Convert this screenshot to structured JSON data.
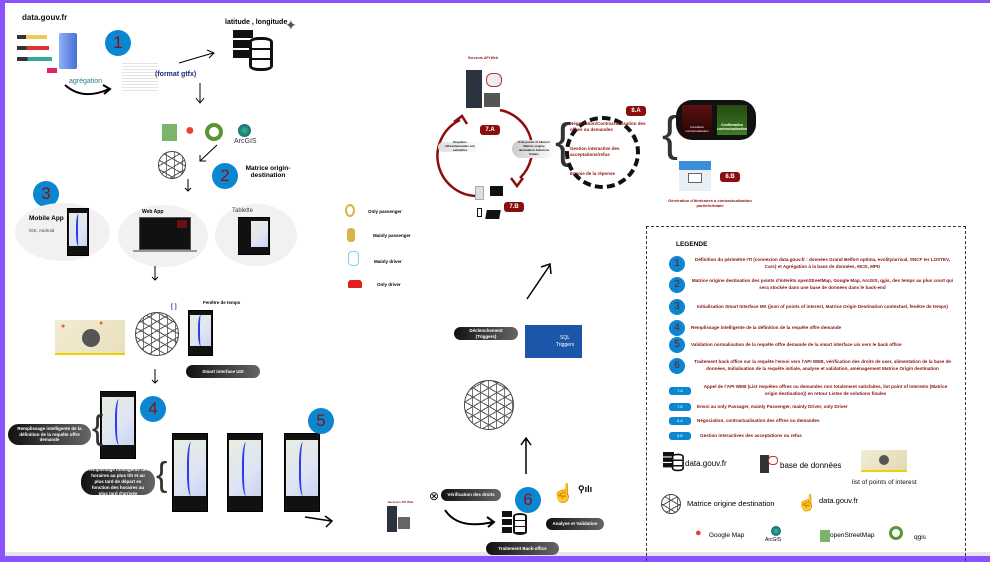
{
  "step1": {
    "number": "1",
    "source_label": "data.gouv.fr",
    "aggregation_label": "agrégation",
    "format_label": "(format gtfx)",
    "coords_label": "latitude , longitude"
  },
  "step2": {
    "number": "2",
    "arcgis_label": "ArcGIS",
    "matrix_label": "Matrice origin-destination"
  },
  "step3": {
    "number": "3",
    "mobile_title": "Mobile App",
    "mobile_sub": "iOS, Android",
    "web_title": "Web App",
    "tablet_title": "Tablette",
    "bracket_label": "[ ]",
    "time_window_label": "Fenêtre de temps",
    "smart_ui_pill": "Smart interface UIX"
  },
  "step4": {
    "number": "4",
    "pill_definition": "Remplissage intelligente de la définition de la requête offre demande",
    "pill_hours": "Remplissage intelligente des horaires au plus tôt et au plus tard de départ en fonction des horaires au plus tard d'arrivée"
  },
  "step5": {
    "number": "5"
  },
  "step6": {
    "number": "6",
    "server_label": "Serveurs API Web",
    "rights_pill": "Vérification des droits",
    "backoffice_pill": "Traitement Back-office",
    "analysis_pill": "Analyse et Validation",
    "trigger_pill": "Déclenchement (Triggers)",
    "sql_label": "SQL Triggers"
  },
  "user_types": [
    {
      "label": "Only passenger",
      "icon": "passenger-pin-icon",
      "color": "#d9b44a"
    },
    {
      "label": "Mainly passenger",
      "icon": "seated-person-icon",
      "color": "#d9b44a"
    },
    {
      "label": "Mainly driver",
      "icon": "driver-icon",
      "color": "#7fd3e8"
    },
    {
      "label": "Only driver",
      "icon": "car-icon",
      "color": "#e02020"
    }
  ],
  "step7": {
    "server_label": "Serveurs API Web",
    "tag_a": "7.A",
    "tag_b": "7.B",
    "left_pill": "Requêtes offres/demandes non satisfaites",
    "right_pill": "liste points of interest Matrice origine destination Solutions finales"
  },
  "step8": {
    "tag_a": "8.A",
    "tag_b": "8.B",
    "items": [
      "Négociation/Contractualisation des offres ou demandes",
      "Gestion interactive des acceptations/refus",
      "Envoie de la réponse"
    ],
    "card_left": "Annulation contractualisation",
    "card_right": "Confirmation contractualisation",
    "itinerary_caption": "Génération d'itinéraires à contractualisation partielle/totale"
  },
  "legend": {
    "title": "LEGENDE",
    "items": [
      {
        "key": "1",
        "text": "Définition du périmètre ITI (connexion data.gouv.fr : données Grand Belfort optima, evolity/arrival, SNCF ter LOSTEV, Cars) et Agrégation à la base de données, MCD, MPD"
      },
      {
        "key": "2",
        "text": "Matrice origine destination des points d'intérêts openStreetMap, Google Map, ArcGIS, qgis, des temps au plus court qui sera stockée dans une base de données dans le back-end"
      },
      {
        "key": "3",
        "text": "Initialisation Smart Interface MX (json of points of interest, Matrice Origin Destination contextuel, fenêtre de temps)"
      },
      {
        "key": "4",
        "text": "Remplissage intelligente de la définition de la requête offre demande"
      },
      {
        "key": "5",
        "text": "Validation normalisation de la requête offre demande de la smart interface uix vers le back office"
      },
      {
        "key": "6",
        "text": "Traitement back office sur la requête l'envoi vers l'API WEB, vérification des droits de user, alimentation de la base de données, Initialisation de la requête initiale, analyse et validation, aménagement Matrice Origin destination"
      },
      {
        "key": "7-A",
        "text": "Appel de l'API WEB (List requêtes offres ou demandes non totalement satisfaites, list point of interests (Matrice origin destination)) en retour Listes de solutions finales"
      },
      {
        "key": "7-B",
        "text": "Envoi au only Passager, mainly Passenger, mainly Driver, only Driver"
      },
      {
        "key": "8-A",
        "text": "Négociation, contractualisation des offres ou demandes"
      },
      {
        "key": "8-B",
        "text": "Gestion interactives des acceptations ou refus"
      }
    ],
    "icons": {
      "database_label": "data.gouv.fr",
      "server_label": "base de données",
      "poi_label": "list of points of interest",
      "matrix_label": "Matrice origine destination",
      "click_label": "data.gouv.fr",
      "google_label": "Google Map",
      "arcgis_label": "ArcGIS",
      "osm_label": "openStreetMap",
      "qgis_label": "qgis"
    }
  },
  "colors": {
    "accent_blue": "#0b86d1",
    "dark_red": "#8b0e0e",
    "frame_purple": "#8c52ff"
  }
}
